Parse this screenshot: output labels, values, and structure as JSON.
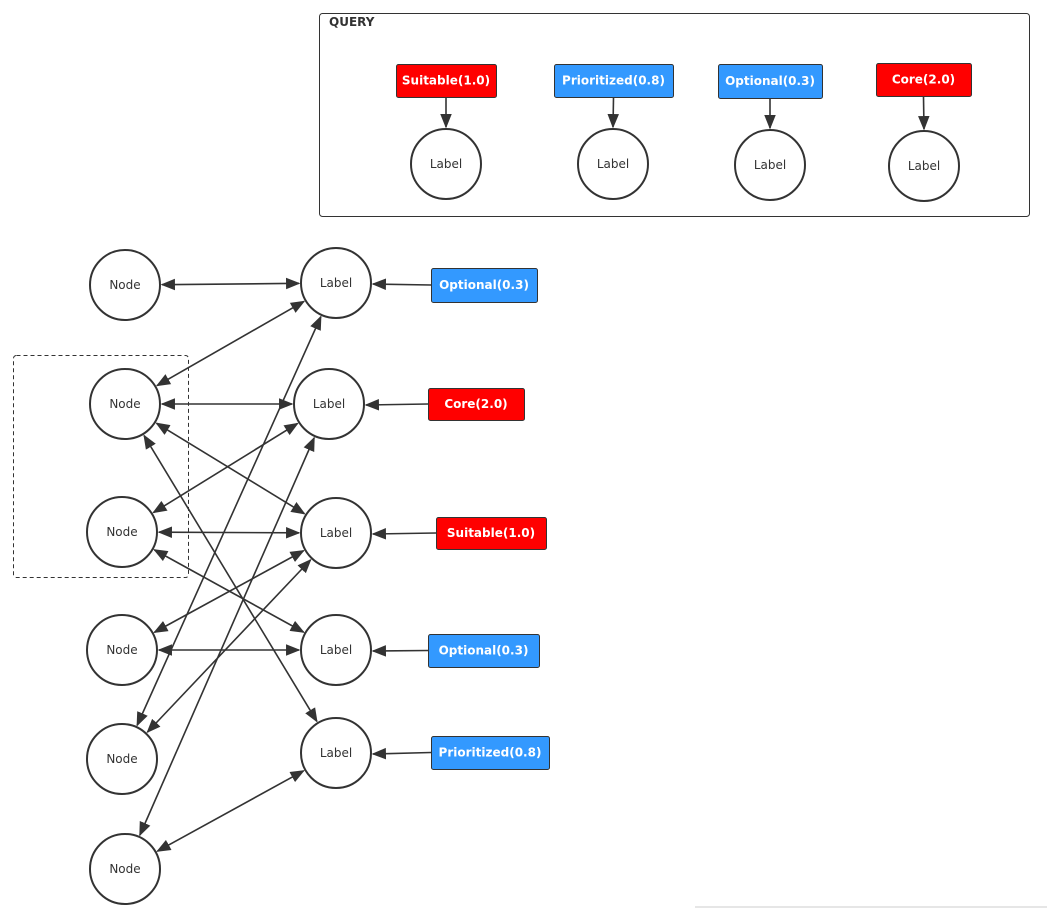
{
  "query": {
    "title": "QUERY",
    "items": [
      {
        "tag": "Suitable(1.0)",
        "color": "#ff0000",
        "label": "Label"
      },
      {
        "tag": "Prioritized(0.8)",
        "color": "#3399ff",
        "label": "Label"
      },
      {
        "tag": "Optional(0.3)",
        "color": "#3399ff",
        "label": "Label"
      },
      {
        "tag": "Core(2.0)",
        "color": "#ff0000",
        "label": "Label"
      }
    ]
  },
  "graph": {
    "nodes": [
      "Node",
      "Node",
      "Node",
      "Node",
      "Node",
      "Node"
    ],
    "labels": [
      {
        "text": "Label",
        "tag": "Optional(0.3)",
        "color": "#3399ff"
      },
      {
        "text": "Label",
        "tag": "Core(2.0)",
        "color": "#ff0000"
      },
      {
        "text": "Label",
        "tag": "Suitable(1.0)",
        "color": "#ff0000"
      },
      {
        "text": "Label",
        "tag": "Optional(0.3)",
        "color": "#3399ff"
      },
      {
        "text": "Label",
        "tag": "Prioritized(0.8)",
        "color": "#3399ff"
      }
    ],
    "edges": [
      [
        0,
        0
      ],
      [
        1,
        0
      ],
      [
        1,
        1
      ],
      [
        1,
        2
      ],
      [
        1,
        4
      ],
      [
        2,
        1
      ],
      [
        2,
        2
      ],
      [
        2,
        3
      ],
      [
        3,
        2
      ],
      [
        3,
        3
      ],
      [
        4,
        0
      ],
      [
        4,
        2
      ],
      [
        5,
        1
      ],
      [
        5,
        4
      ]
    ],
    "edge_direction": "bidirectional",
    "group": {
      "nodes": [
        1,
        2
      ],
      "style": "dashed"
    }
  },
  "colors": {
    "stroke": "#333333",
    "red": "#ff0000",
    "blue": "#3399ff"
  }
}
